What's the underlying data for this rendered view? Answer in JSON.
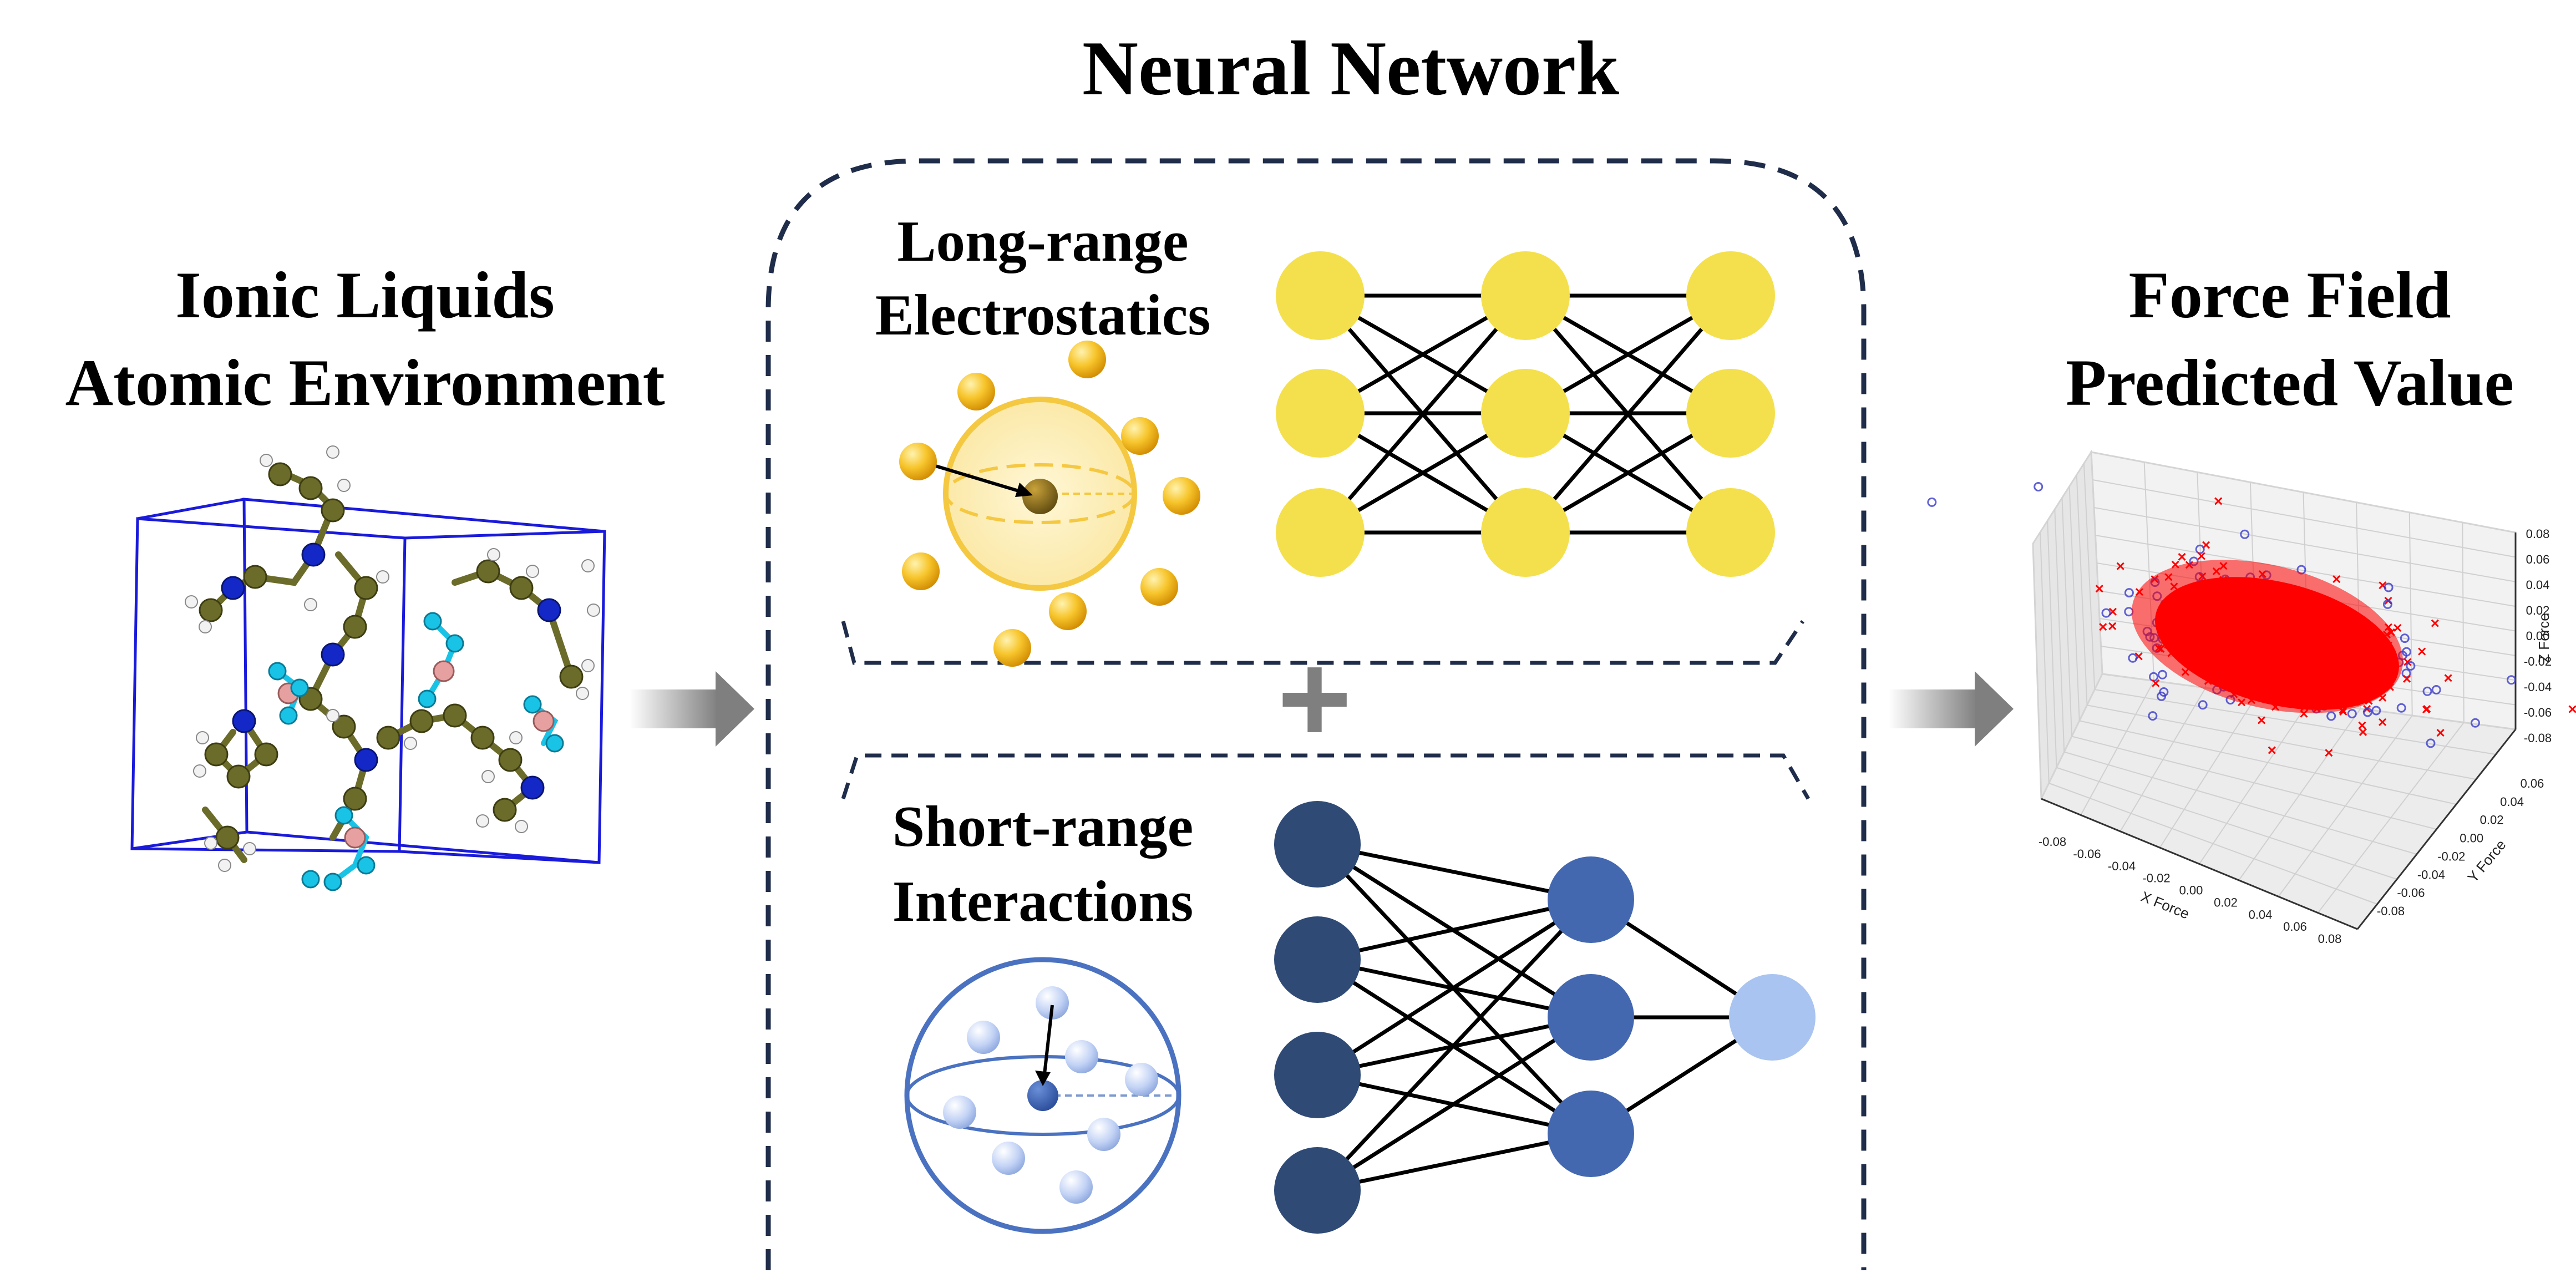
{
  "title": "Neural Network",
  "left": {
    "title_line1": "Ionic Liquids",
    "title_line2": "Atomic Environment",
    "colors": {
      "box": "#1a1adb",
      "carbon": "#6b6b2a",
      "nitrogen": "#1428c8",
      "hydrogen": "#f2f2f2",
      "fluorine": "#19c3e6",
      "boron": "#e6a0a0"
    }
  },
  "long_range": {
    "title_line1": "Long-range",
    "title_line2": "Electrostatics",
    "node_color": "#f4e04d",
    "sphere_color": "#f5c842",
    "layers": [
      3,
      3,
      3
    ]
  },
  "operator": "+",
  "short_range": {
    "title_line1": "Short-range",
    "title_line2": "Interactions",
    "input_color": "#2f4a75",
    "hidden_color": "#4468b0",
    "output_color": "#a9c4f0",
    "layers": [
      4,
      3,
      1
    ]
  },
  "right": {
    "title_line1": "Force Field",
    "title_line2": "Predicted Value",
    "axis_ticks": {
      "x": [
        "-0.08",
        "-0.06",
        "-0.04",
        "-0.02",
        "0.00",
        "0.02",
        "0.04",
        "0.06",
        "0.08"
      ],
      "y": [
        "-0.08",
        "-0.06",
        "-0.04",
        "-0.02",
        "0.00",
        "0.02",
        "0.04",
        "0.06"
      ],
      "z": [
        "0.08",
        "0.06",
        "0.04",
        "0.02",
        "0.00",
        "-0.02",
        "-0.04",
        "-0.06",
        "-0.08"
      ]
    },
    "axis_labels": {
      "x": "X Force",
      "y": "Y Force",
      "z": "Z Force"
    },
    "colors": {
      "predicted": "#ff0000",
      "reference": "#3a3acc"
    }
  },
  "arrow_color": "#7f7f7f",
  "border_color": "#1f2d4a"
}
